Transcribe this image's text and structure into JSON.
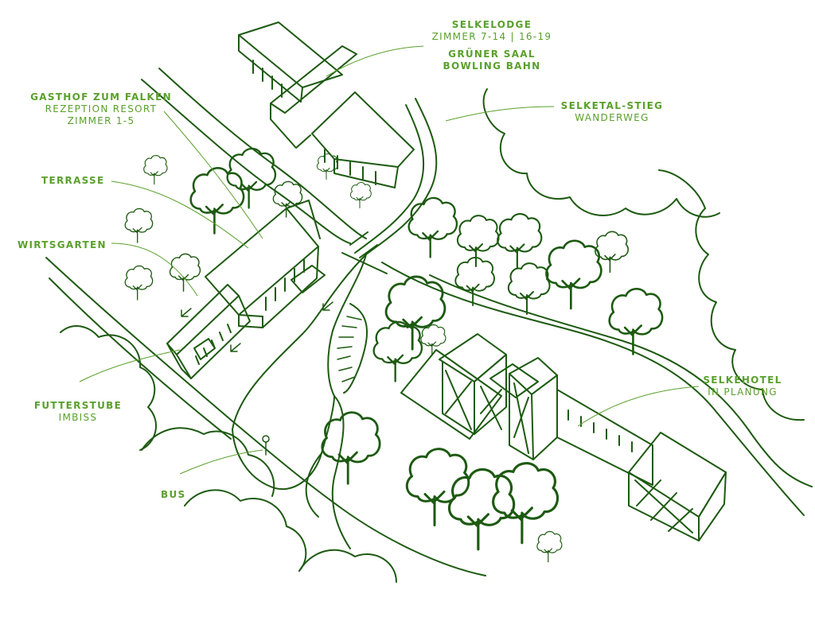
{
  "colors": {
    "ink": "#1d5a11",
    "label": "#5aa02c",
    "background": "#ffffff"
  },
  "labels": {
    "selkelodge": {
      "title": "SELKELODGE",
      "lines": [
        "ZIMMER 7-14 | 16-19"
      ]
    },
    "gruener_saal": {
      "lines": [
        "GRÜNER SAAL",
        "BOWLING BAHN"
      ]
    },
    "gasthof": {
      "title": "GASTHOF ZUM FALKEN",
      "lines": [
        "REZEPTION RESORT",
        "ZIMMER 1-5"
      ]
    },
    "selketal": {
      "title": "SELKETAL-STIEG",
      "lines": [
        "WANDERWEG"
      ]
    },
    "terrasse": {
      "title": "TERRASSE"
    },
    "wirtsgarten": {
      "title": "WIRTSGARTEN"
    },
    "selkehotel": {
      "title": "SELKEHOTEL",
      "lines": [
        "IN PLANUNG"
      ]
    },
    "futterstube": {
      "title": "FUTTERSTUBE",
      "lines": [
        "IMBISS"
      ]
    },
    "bus": {
      "title": "BUS"
    }
  }
}
